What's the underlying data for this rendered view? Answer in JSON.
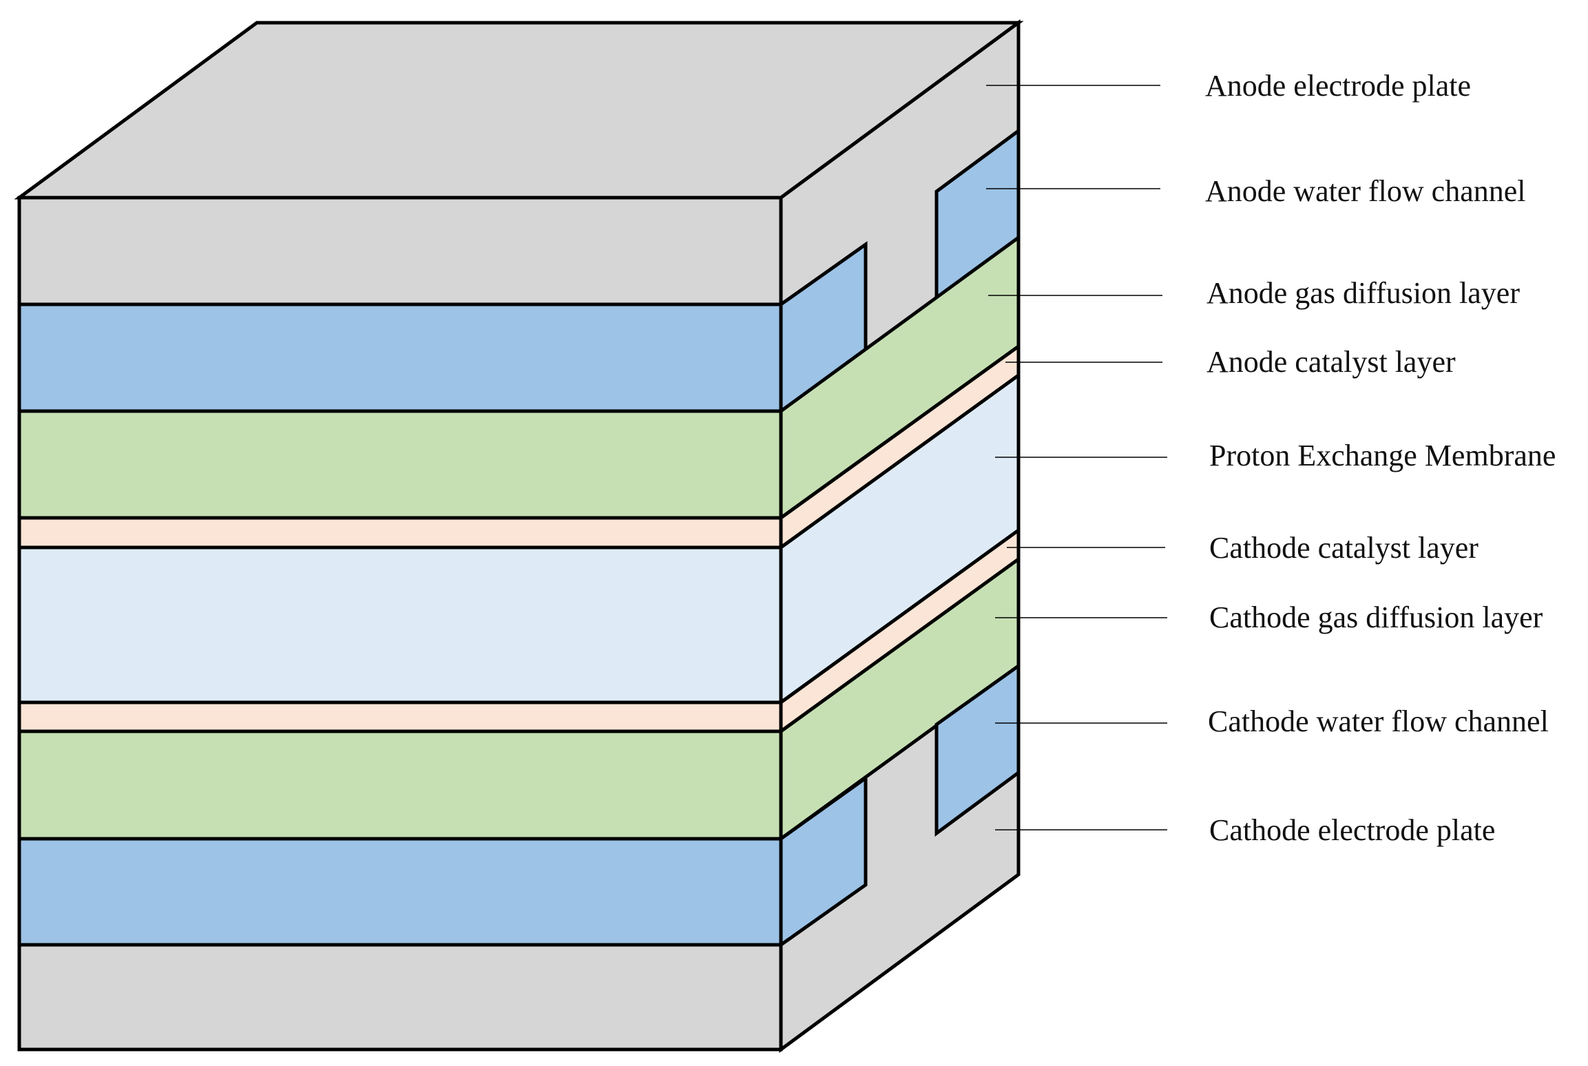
{
  "colors": {
    "electrode_plate": "#d6d6d6",
    "water_flow_channel": "#9dc3e6",
    "gas_diffusion_layer": "#c6e0b4",
    "catalyst_layer": "#fbe5d6",
    "membrane": "#deebf7",
    "outline": "#000000"
  },
  "labels": {
    "anode_electrode_plate": "Anode electrode plate",
    "anode_water_flow_channel": "Anode water flow channel",
    "anode_gas_diffusion_layer": "Anode gas diffusion layer",
    "anode_catalyst_layer": "Anode catalyst layer",
    "proton_exchange_membrane": "Proton Exchange Membrane",
    "cathode_catalyst_layer": "Cathode catalyst layer",
    "cathode_gas_diffusion_layer": "Cathode gas diffusion layer",
    "cathode_water_flow_channel": "Cathode water flow channel",
    "cathode_electrode_plate": "Cathode electrode plate"
  }
}
